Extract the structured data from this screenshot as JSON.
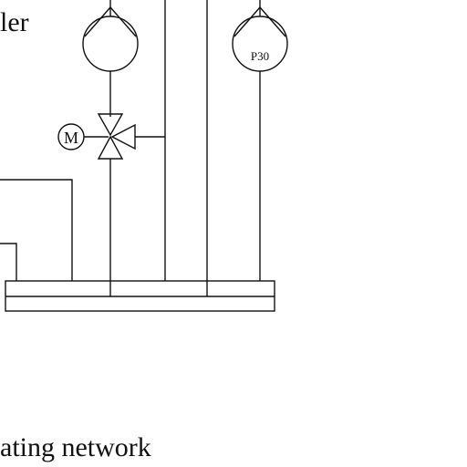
{
  "labels": {
    "top_left": "ler",
    "pump_right": "P30",
    "motor": "M",
    "bottom": "ating network"
  }
}
